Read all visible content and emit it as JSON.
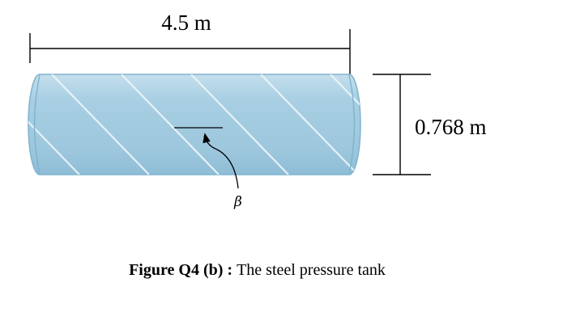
{
  "figure": {
    "length_label": "4.5 m",
    "diameter_label": "0.768 m",
    "angle_label": "β",
    "colors": {
      "tank_fill": "#a9cfe2",
      "tank_edge": "#7fb3cf",
      "tank_highlight": "#c9e2ee",
      "weld_line": "#eaf4f9",
      "dimension_line": "#000000"
    }
  },
  "caption": {
    "label": "Figure Q4 (b)",
    "separator": " : ",
    "text": "The steel pressure tank"
  }
}
